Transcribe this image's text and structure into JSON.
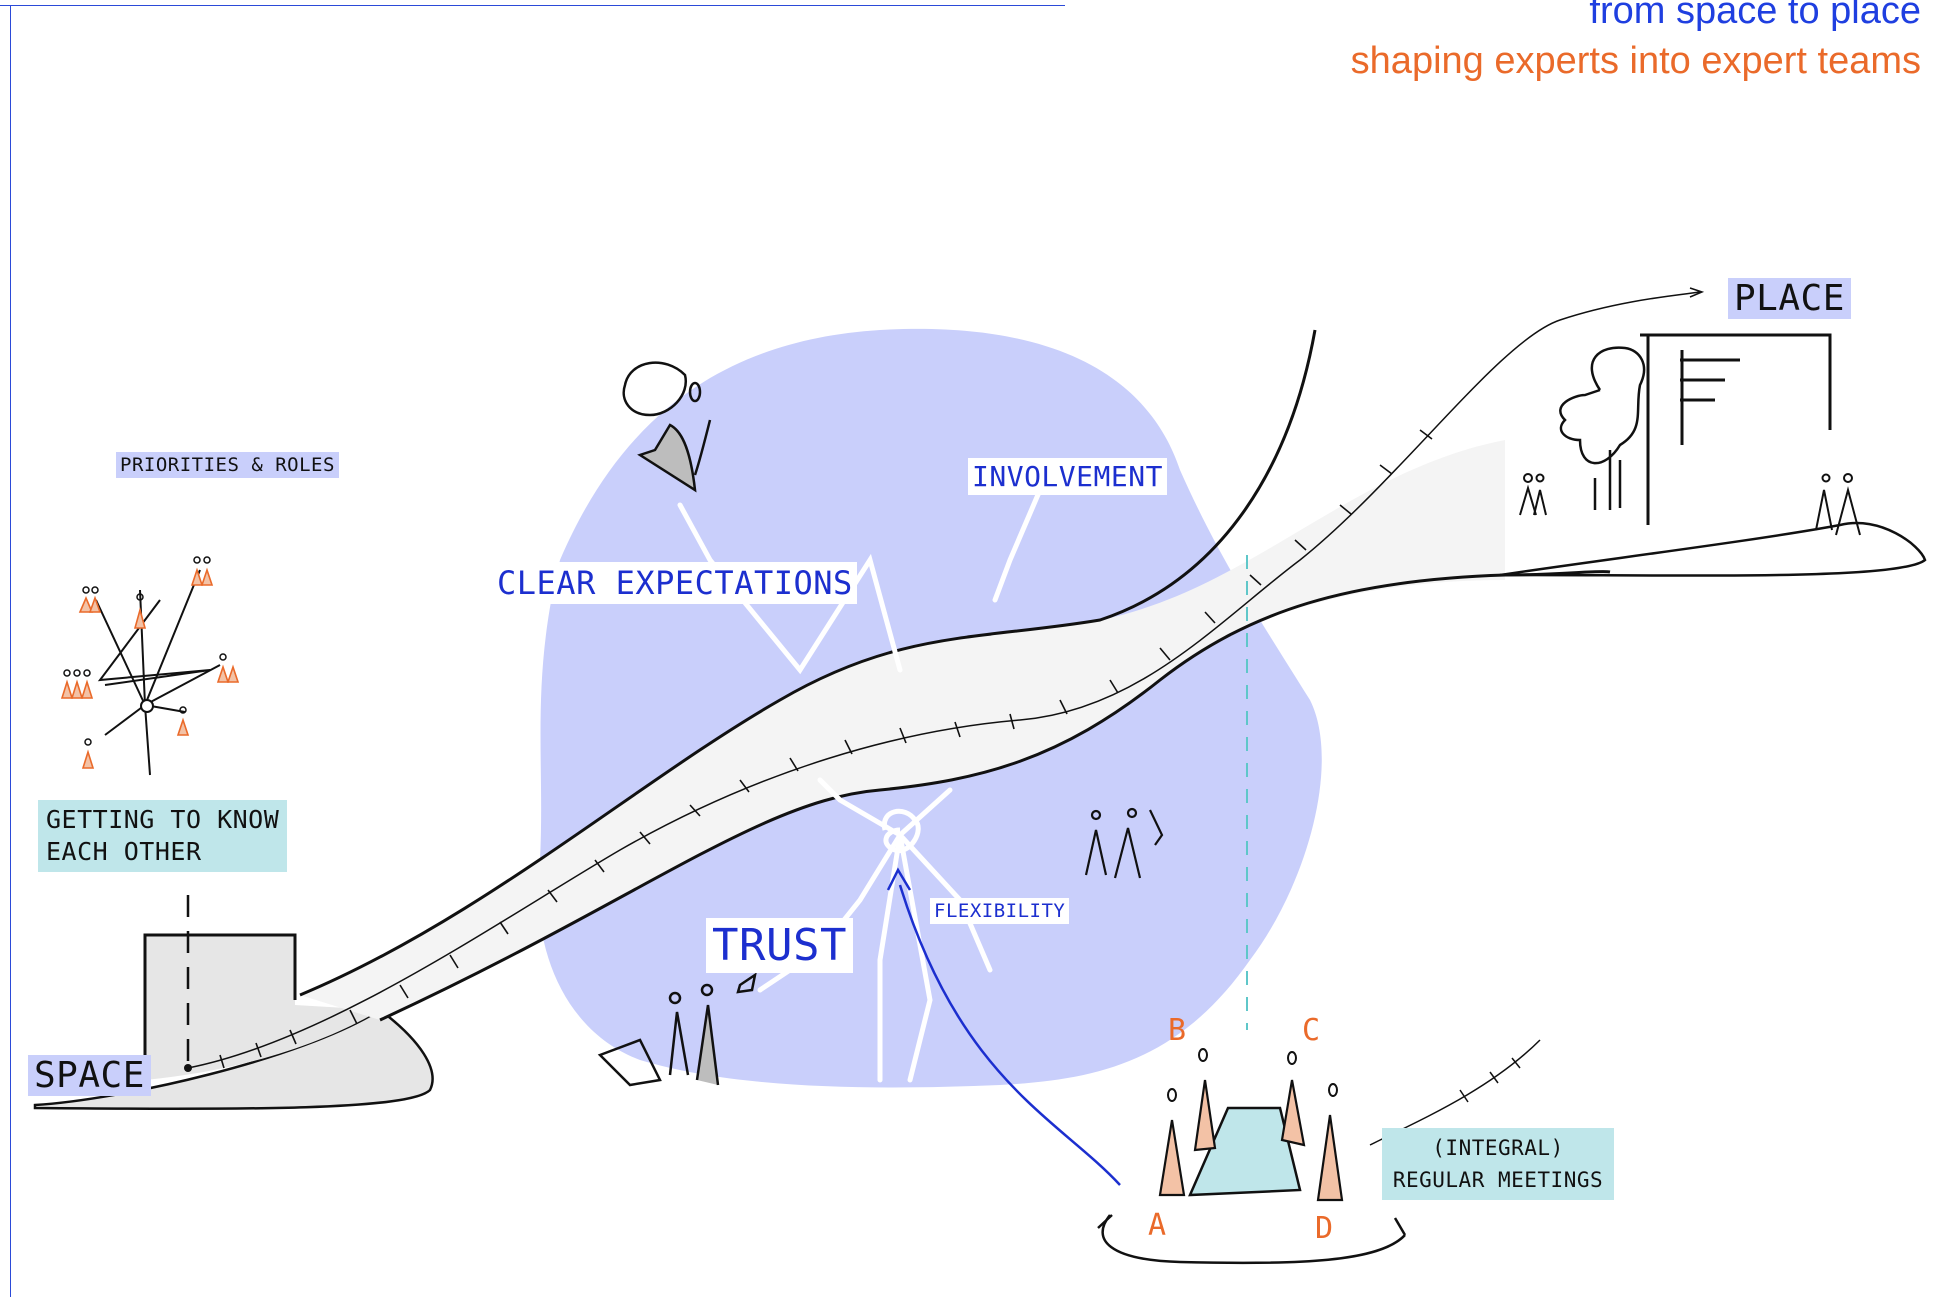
{
  "header": {
    "title_line_1": "from space to place",
    "title_line_2": "shaping experts into expert teams"
  },
  "labels": {
    "priorities": "PRIORITIES & ROLES",
    "getting_line_1": "GETTING TO KNOW",
    "getting_line_2": "EACH  OTHER",
    "space": "SPACE",
    "place": "PLACE",
    "clear_expectations": "CLEAR EXPECTATIONS",
    "involvement": "INVOLVEMENT",
    "trust": "TRUST",
    "flexibility": "FLEXIBILITY",
    "meetings_line_1": "(INTEGRAL)",
    "meetings_line_2": "REGULAR MEETINGS"
  },
  "team_letters": {
    "a": "A",
    "b": "B",
    "c": "C",
    "d": "D"
  },
  "colors": {
    "title_blue": "#1f3fe0",
    "title_orange": "#ea6a2a",
    "blob_lilac": "#c9cffb",
    "label_teal": "#bfe6ea",
    "person_orange": "#f3c2a6",
    "dashed_teal": "#5fc7c9"
  }
}
